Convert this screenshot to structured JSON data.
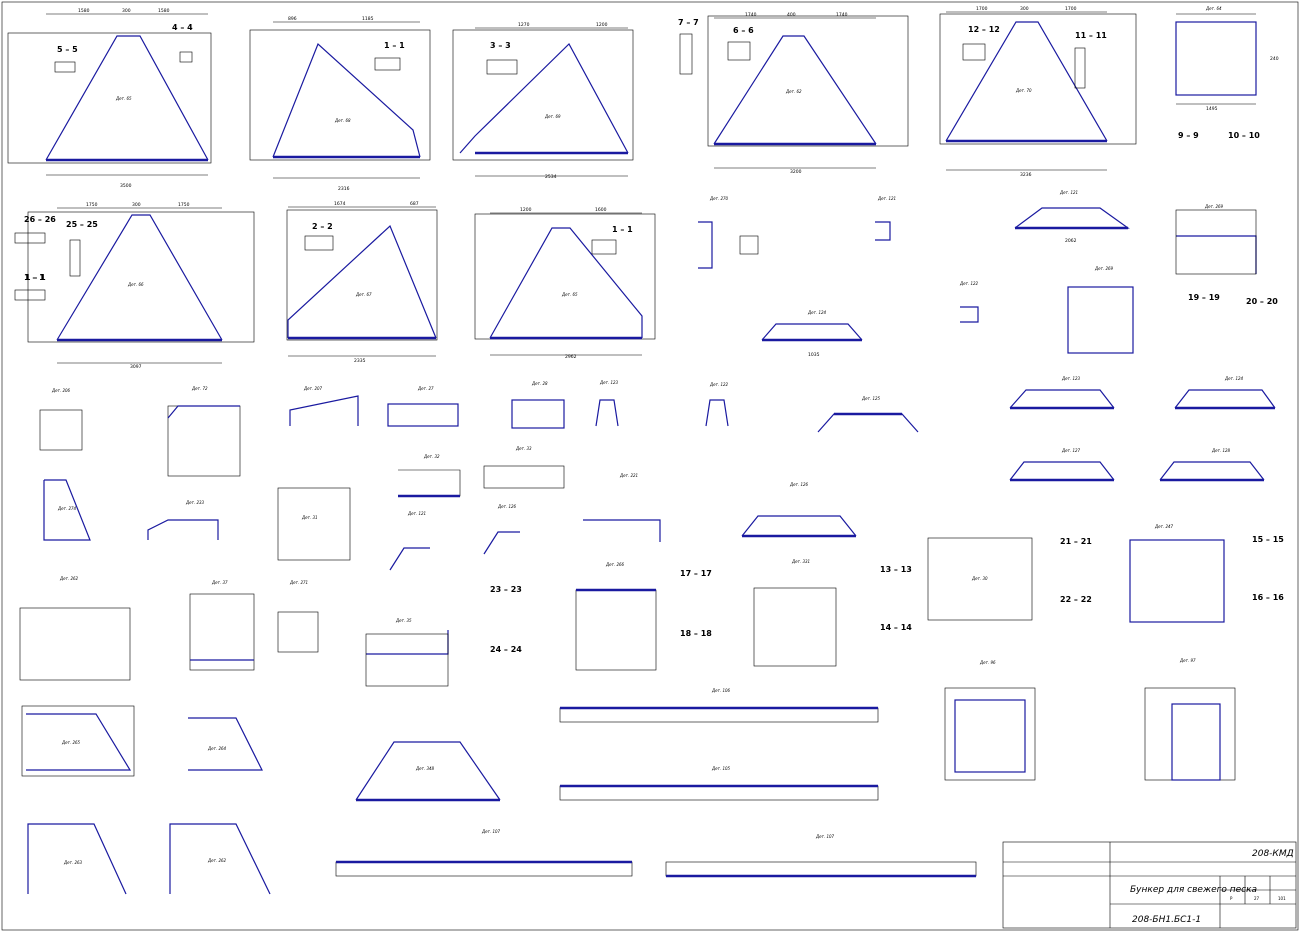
{
  "title_block": {
    "code_top": "208-КМД",
    "object_name": "Бункер для свежего песка",
    "doc_code": "208-БН1.БС1-1",
    "stage": "Р",
    "sheet": "27",
    "sheets": "101"
  },
  "sections": {
    "s55": "5 – 5",
    "s44": "4 – 4",
    "s11a": "1 – 1",
    "s33": "3 – 3",
    "s77": "7 – 7",
    "s66": "6 – 6",
    "s1212": "12 – 12",
    "s1111": "11 – 11",
    "s2626": "26 – 26",
    "s2525": "25 – 25",
    "s11b": "1 – 1",
    "s22": "2 – 2",
    "s11c": "1 – 1",
    "s11d": "1 – 1",
    "s99": "9 – 9",
    "s1010": "10 – 10",
    "s1919": "19 – 19",
    "s2020": "20 – 20",
    "s2121": "21 – 21",
    "s2222": "22 – 22",
    "s1515": "15 – 15",
    "s1616": "16 – 16",
    "s2323": "23 – 23",
    "s2424": "24 – 24",
    "s1717": "17 – 17",
    "s1818": "18 – 18",
    "s1313": "13 – 13",
    "s1414": "14 – 14"
  }
}
